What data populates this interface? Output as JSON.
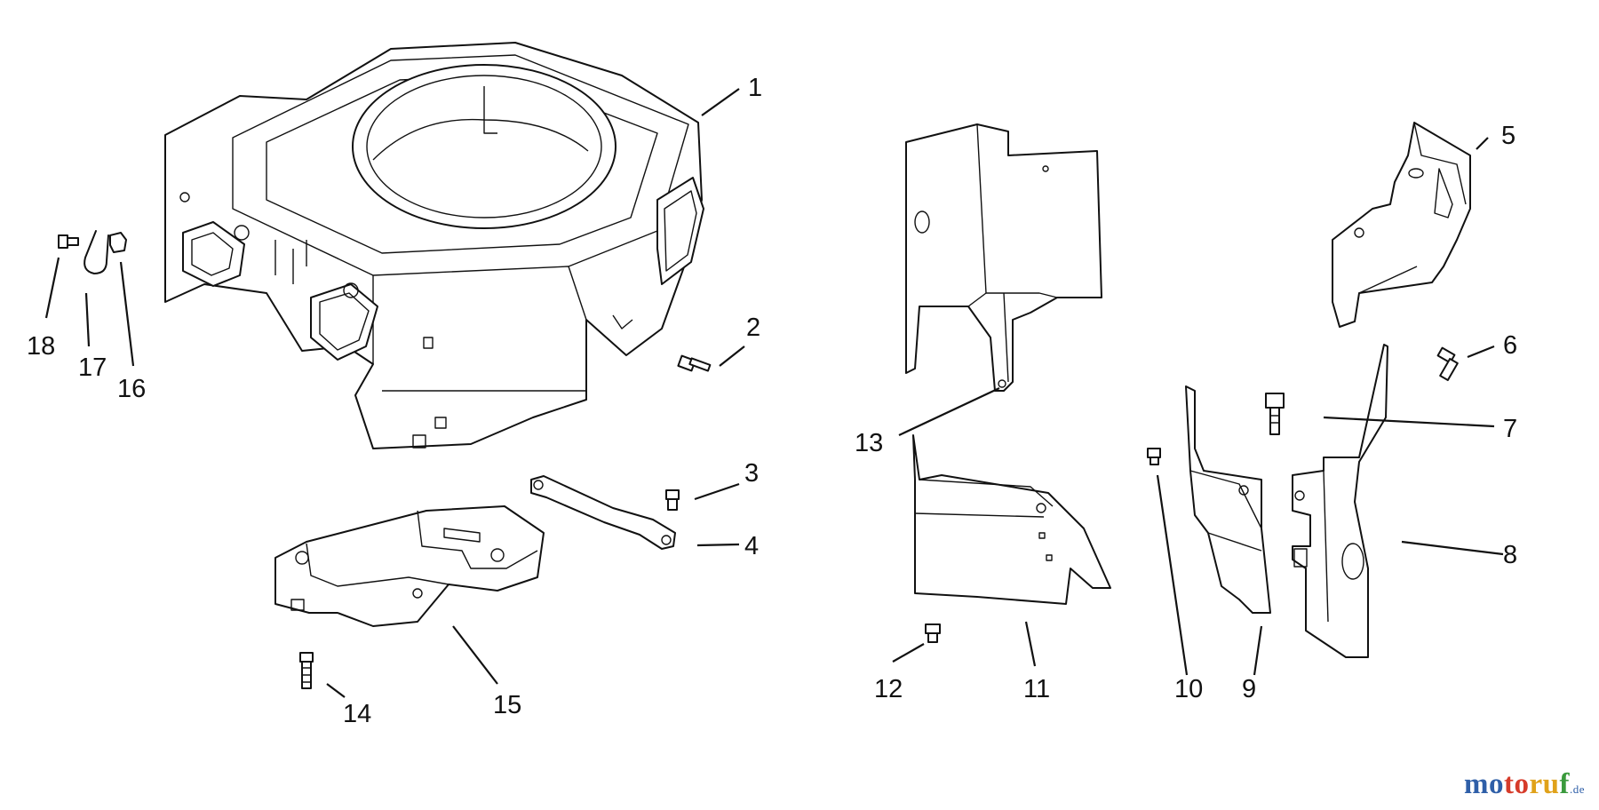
{
  "callouts": [
    {
      "id": "1",
      "label": "1"
    },
    {
      "id": "2",
      "label": "2"
    },
    {
      "id": "3",
      "label": "3"
    },
    {
      "id": "4",
      "label": "4"
    },
    {
      "id": "5",
      "label": "5"
    },
    {
      "id": "6",
      "label": "6"
    },
    {
      "id": "7",
      "label": "7"
    },
    {
      "id": "8",
      "label": "8"
    },
    {
      "id": "9",
      "label": "9"
    },
    {
      "id": "10",
      "label": "10"
    },
    {
      "id": "11",
      "label": "11"
    },
    {
      "id": "12",
      "label": "12"
    },
    {
      "id": "13",
      "label": "13"
    },
    {
      "id": "14",
      "label": "14"
    },
    {
      "id": "15",
      "label": "15"
    },
    {
      "id": "16",
      "label": "16"
    },
    {
      "id": "17",
      "label": "17"
    },
    {
      "id": "18",
      "label": "18"
    }
  ],
  "watermark": {
    "part1": "mo",
    "part2": "to",
    "part3": "ru",
    "part4": "f",
    "suffix": ".de"
  },
  "colors": {
    "line": "#111111",
    "background": "#ffffff",
    "wm_blue": "#2f5fa8",
    "wm_red": "#d63b2a",
    "wm_yellow": "#e0a21a",
    "wm_green": "#3a9a3c"
  }
}
